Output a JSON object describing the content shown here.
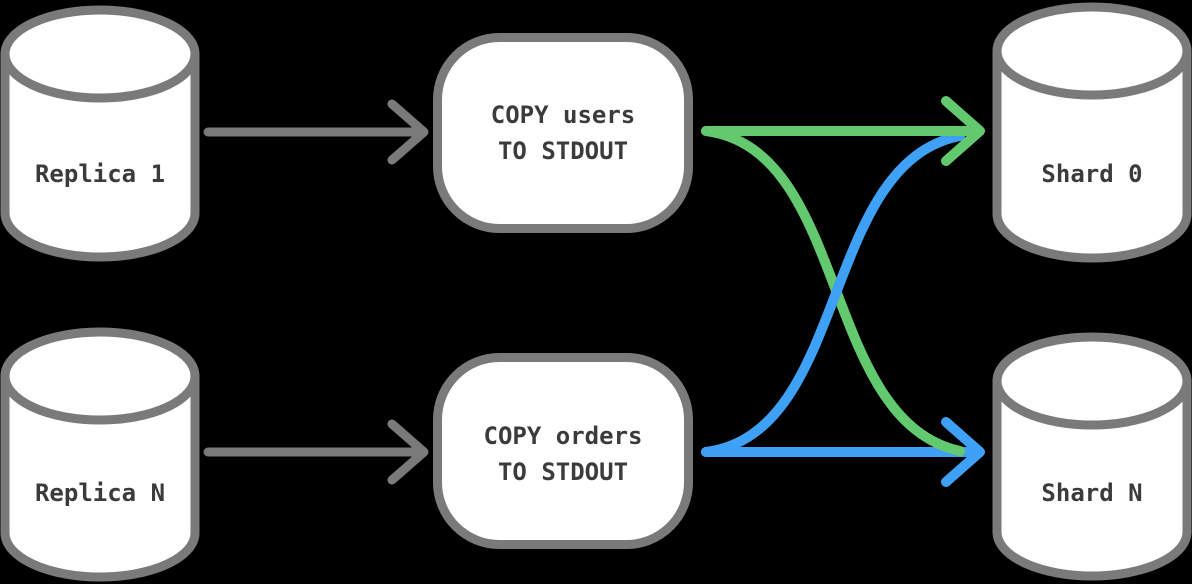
{
  "colors": {
    "background": "#000000",
    "node_fill": "#ffffff",
    "node_stroke": "#7a7a7a",
    "arrow_gray": "#7a7a7a",
    "arrow_green": "#63c96f",
    "arrow_blue": "#3ea1f6",
    "label_text": "#3b3b3b"
  },
  "nodes": {
    "replica1": {
      "label": "Replica 1",
      "kind": "database"
    },
    "replicaN": {
      "label": "Replica N",
      "kind": "database"
    },
    "copyUsers": {
      "line1": "COPY users",
      "line2": "TO STDOUT",
      "kind": "operation"
    },
    "copyOrders": {
      "line1": "COPY orders",
      "line2": "TO STDOUT",
      "kind": "operation"
    },
    "shard0": {
      "label": "Shard 0",
      "kind": "database"
    },
    "shardN": {
      "label": "Shard N",
      "kind": "database"
    }
  },
  "edges": [
    {
      "from": "replica1",
      "to": "copyUsers",
      "color": "gray",
      "style": "straight"
    },
    {
      "from": "replicaN",
      "to": "copyOrders",
      "color": "gray",
      "style": "straight"
    },
    {
      "from": "copyUsers",
      "to": "shard0",
      "color": "green",
      "style": "straight"
    },
    {
      "from": "copyUsers",
      "to": "shardN",
      "color": "green",
      "style": "curved"
    },
    {
      "from": "copyOrders",
      "to": "shardN",
      "color": "blue",
      "style": "straight"
    },
    {
      "from": "copyOrders",
      "to": "shard0",
      "color": "blue",
      "style": "curved"
    }
  ]
}
